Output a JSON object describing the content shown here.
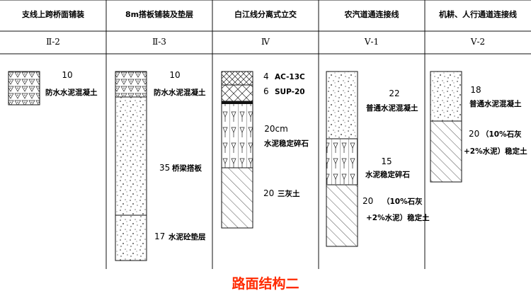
{
  "columns": [
    {
      "header": "支线上跨桥面铺装",
      "code": "Ⅱ-2",
      "layers": [
        {
          "thickness": "10",
          "material": "防水水泥混凝土",
          "texture": "triangles"
        }
      ]
    },
    {
      "header": "8m搭板铺装及垫层",
      "code": "Ⅱ-3",
      "layers": [
        {
          "thickness": "10",
          "material": "防水水泥混凝土",
          "texture": "triangles"
        },
        {
          "thickness": "35",
          "material": "桥梁搭板",
          "texture": "dots"
        },
        {
          "thickness": "17",
          "material": "水泥砼垫层",
          "texture": "dots"
        }
      ]
    },
    {
      "header": "白江线分离式立交",
      "code": "Ⅳ",
      "layers": [
        {
          "thickness": "4",
          "material": "AC-13C",
          "texture": "crosshatch"
        },
        {
          "thickness": "6",
          "material": "SUP-20",
          "texture": "brick"
        },
        {
          "thickness": "20cm",
          "material": "水泥稳定碎石",
          "texture": "stabilized"
        },
        {
          "thickness": "20",
          "material": "三灰土",
          "texture": "hatch"
        }
      ]
    },
    {
      "header": "农汽道通连接线",
      "code": "Ⅴ-1",
      "layers": [
        {
          "thickness": "22",
          "material": "普通水泥混凝土",
          "texture": "dots"
        },
        {
          "thickness": "15",
          "material": "水泥稳定碎石",
          "texture": "stabilized"
        },
        {
          "thickness": "20",
          "material": "（10%石灰+2%水泥）稳定土",
          "line1": "（10%石灰",
          "line2": "+2%水泥）稳定土",
          "texture": "hatch"
        }
      ]
    },
    {
      "header": "机耕、人行通道连接线",
      "code": "Ⅴ-2",
      "layers": [
        {
          "thickness": "18",
          "material": "普通水泥混凝土",
          "texture": "dots"
        },
        {
          "thickness": "20",
          "material": "（10%石灰+2%水泥）稳定土",
          "line1": "（10%石灰",
          "line2": "+2%水泥）稳定土",
          "texture": "hatch"
        }
      ]
    }
  ],
  "caption": "路面结构二",
  "colors": {
    "line": "#111111",
    "caption": "#ff2a00",
    "background": "#ffffff"
  }
}
